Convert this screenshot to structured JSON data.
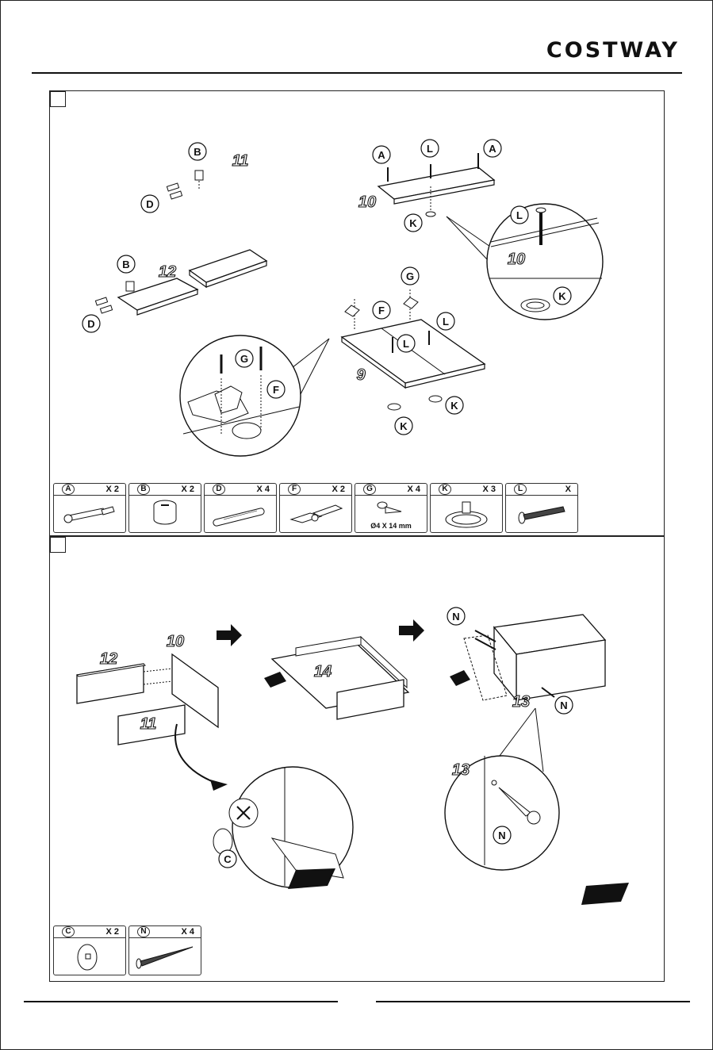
{
  "brand": {
    "name": "COSTWAY"
  },
  "step1": {
    "labels": {
      "B_top": "B",
      "D_top": "D",
      "A_left": "A",
      "L_top": "L",
      "A_right": "A",
      "K_top": "K",
      "L_zoom": "L",
      "K_zoom": "K",
      "B_mid": "B",
      "D_mid": "D",
      "G_center": "G",
      "F_center": "F",
      "L_center_right": "L",
      "L_center_mid": "L",
      "G_zoom": "G",
      "F_zoom": "F",
      "K_bottom_right": "K",
      "K_bottom_mid": "K"
    },
    "numbers": {
      "p11": "11",
      "p10": "10",
      "p10_zoom": "10",
      "p12": "12",
      "p9": "9"
    },
    "parts": [
      {
        "letter": "A",
        "qty": "X 2",
        "icon": "cam-bolt-icon",
        "spec": ""
      },
      {
        "letter": "B",
        "qty": "X 2",
        "icon": "cam-lock-icon",
        "spec": ""
      },
      {
        "letter": "D",
        "qty": "X 4",
        "icon": "wooden-dowel-icon",
        "spec": ""
      },
      {
        "letter": "F",
        "qty": "X 2",
        "icon": "hinge-icon",
        "spec": ""
      },
      {
        "letter": "G",
        "qty": "X 4",
        "icon": "screw-icon",
        "spec": "Ø4 X 14 mm"
      },
      {
        "letter": "K",
        "qty": "X 3",
        "icon": "washer-icon",
        "spec": ""
      },
      {
        "letter": "L",
        "qty": "X",
        "icon": "bolt-icon",
        "spec": ""
      }
    ]
  },
  "step2": {
    "labels": {
      "N_top": "N",
      "N_bottom": "N",
      "C_zoom": "C",
      "N_zoom": "N"
    },
    "numbers": {
      "p12": "12",
      "p10": "10",
      "p11": "11",
      "p14": "14",
      "p13": "13",
      "p13_zoom": "13"
    },
    "parts": [
      {
        "letter": "C",
        "qty": "X 2",
        "icon": "cover-cap-icon",
        "spec": ""
      },
      {
        "letter": "N",
        "qty": "X 4",
        "icon": "long-screw-icon",
        "spec": ""
      }
    ]
  }
}
